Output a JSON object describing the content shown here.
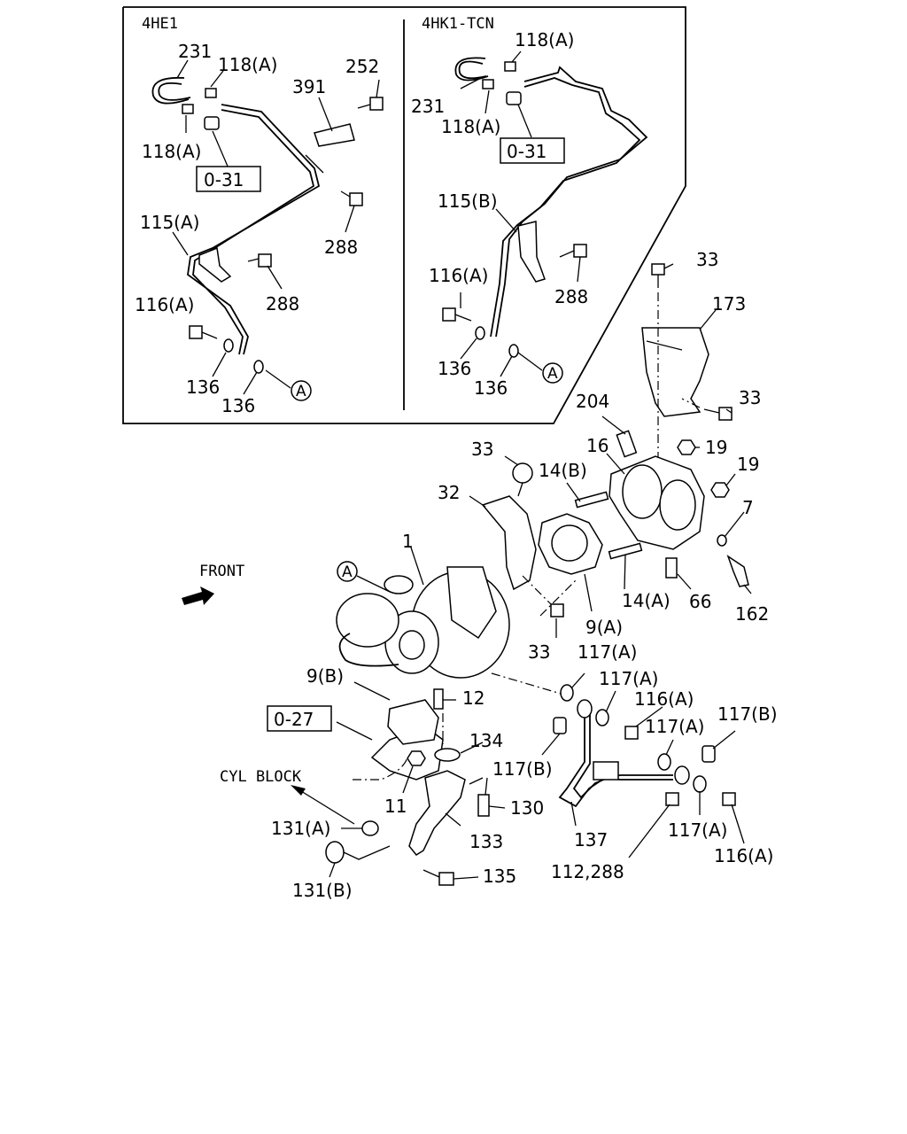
{
  "inset": {
    "left_title": "4HE1",
    "right_title": "4HK1-TCN"
  },
  "front_label": "FRONT",
  "cyl_block_label": "CYL BLOCK",
  "circle_a": "A",
  "callouts": {
    "l231": "231",
    "l118a_top": "118(A)",
    "l118a_bot": "118(A)",
    "l391": "391",
    "l252": "252",
    "l031": "0-31",
    "l115a": "115(A)",
    "l288a": "288",
    "l288b": "288",
    "l116a": "116(A)",
    "l136a": "136",
    "l136b": "136",
    "r118a_top": "118(A)",
    "r231": "231",
    "r118a_bot": "118(A)",
    "r031": "0-31",
    "r115b": "115(B)",
    "r116a": "116(A)",
    "r288": "288",
    "r136a": "136",
    "r136b": "136",
    "m33_top": "33",
    "m173": "173",
    "m33_r": "33",
    "m204": "204",
    "m16": "16",
    "m19a": "19",
    "m19b": "19",
    "m7": "7",
    "m33_b": "33",
    "m14b": "14(B)",
    "m32": "32",
    "m1": "1",
    "m9a": "9(A)",
    "m14a": "14(A)",
    "m66": "66",
    "m162": "162",
    "m33_c": "33",
    "m117a_1": "117(A)",
    "m117a_2": "117(A)",
    "m116a_1": "116(A)",
    "m117b_1": "117(B)",
    "m117a_3": "117(A)",
    "m9b": "9(B)",
    "m12": "12",
    "m027": "0-27",
    "m134": "134",
    "m117b_2": "117(B)",
    "m11": "11",
    "m130": "130",
    "m131a": "131(A)",
    "m133": "133",
    "m137": "137",
    "m117a_4": "117(A)",
    "m116a_2": "116(A)",
    "m135": "135",
    "m112": "112,288",
    "m131b": "131(B)"
  }
}
